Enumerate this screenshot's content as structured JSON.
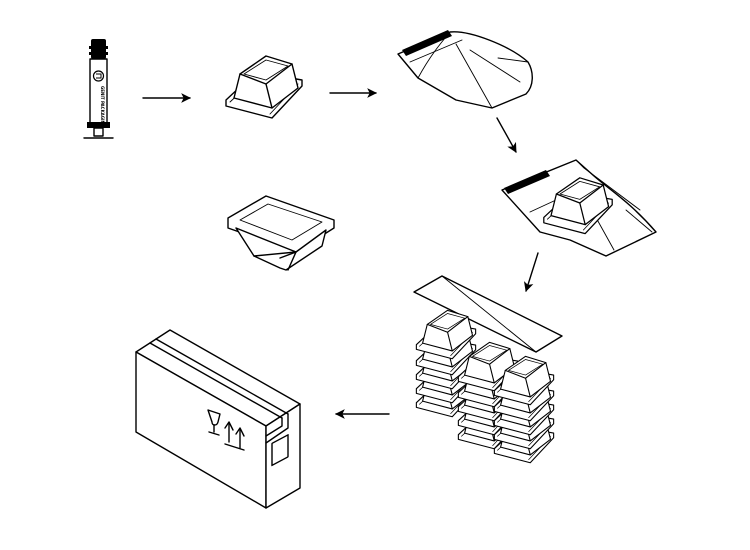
{
  "syringe": {
    "brand_label": "GENIT PACKAGING",
    "sub_label": ""
  },
  "steps": [
    {
      "name": "syringe"
    },
    {
      "name": "tray"
    },
    {
      "name": "open-bag"
    },
    {
      "name": "tray-in-bag"
    },
    {
      "name": "stacked-trays"
    },
    {
      "name": "shipping-carton"
    },
    {
      "name": "sealed-tray"
    }
  ],
  "icons": [
    "arrow-right-icon",
    "arrow-down-icon",
    "arrow-left-icon",
    "fragile-glass-icon",
    "this-way-up-icon"
  ]
}
